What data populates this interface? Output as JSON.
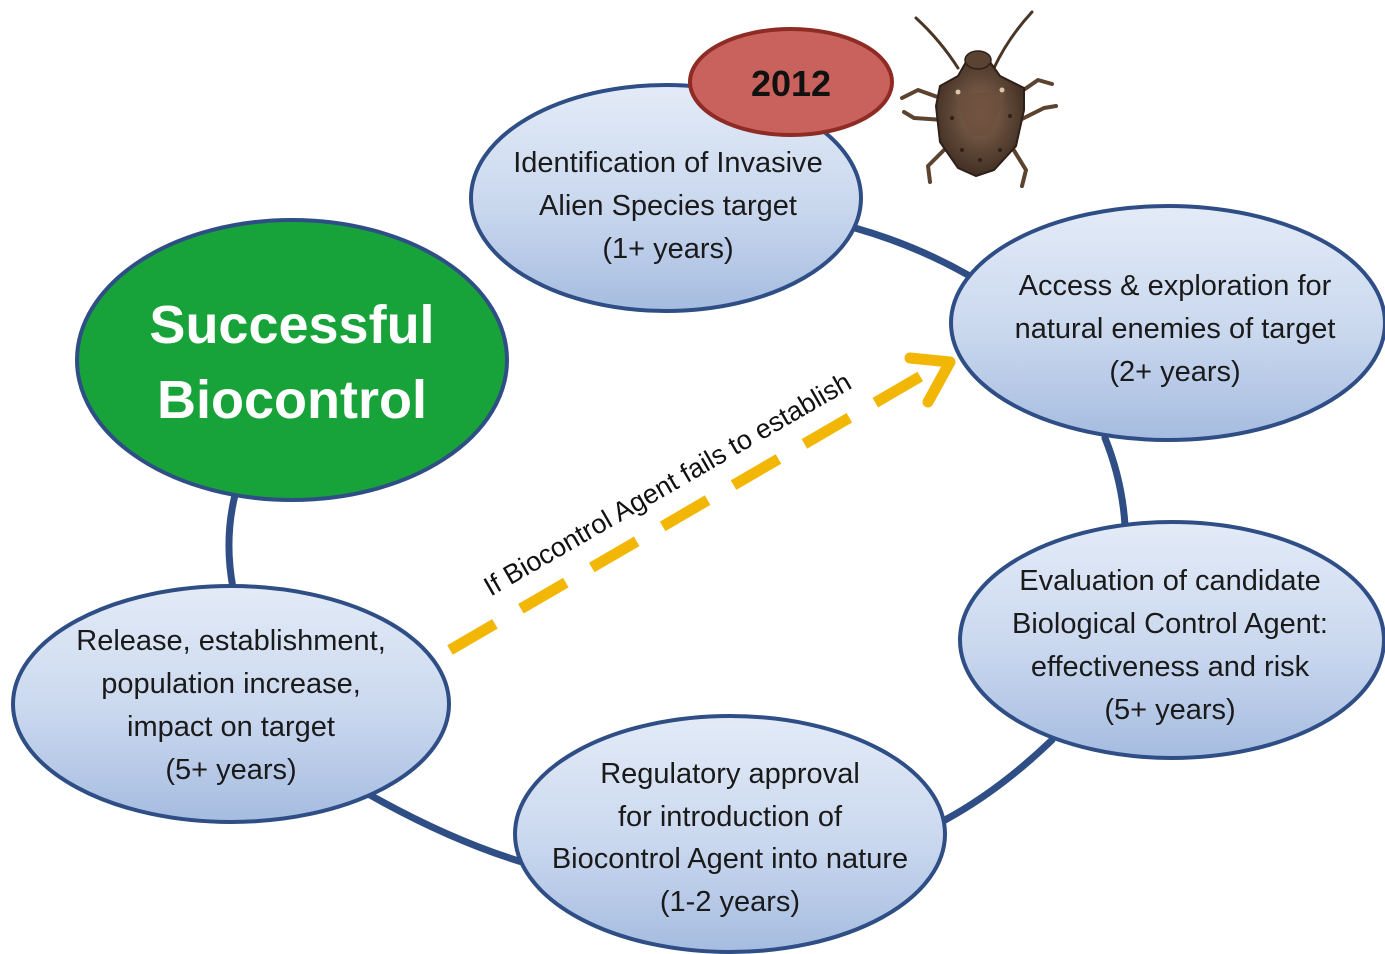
{
  "year_badge": "2012",
  "success": {
    "line1": "Successful",
    "line2": "Biocontrol"
  },
  "arrow_label": "If Biocontrol Agent fails to establish",
  "steps": [
    {
      "id": "identification",
      "lines": [
        "Identification  of Invasive",
        "Alien Species target",
        "(1+ years)"
      ]
    },
    {
      "id": "exploration",
      "lines": [
        "Access & exploration for",
        "natural enemies of target",
        "(2+ years)"
      ]
    },
    {
      "id": "evaluation",
      "lines": [
        "Evaluation  of candidate",
        "Biological Control Agent:",
        "effectiveness and risk",
        "(5+ years)"
      ]
    },
    {
      "id": "regulatory",
      "lines": [
        "Regulatory approval",
        "for introduction of",
        "Biocontrol Agent into nature",
        "(1-2 years)"
      ]
    },
    {
      "id": "release",
      "lines": [
        "Release, establishment,",
        "population increase,",
        "impact on target",
        "(5+ years)"
      ]
    }
  ],
  "colors": {
    "step_fill_top": "#dfe8f6",
    "step_fill_bottom": "#a9bfe1",
    "step_border": "#2f4e86",
    "connector": "#2f4e86",
    "success_fill": "#17a33a",
    "badge_fill": "#c9625c",
    "badge_border": "#8e2b25",
    "arrow": "#f2b705"
  },
  "icons": {
    "insect": "stink-bug-icon"
  }
}
